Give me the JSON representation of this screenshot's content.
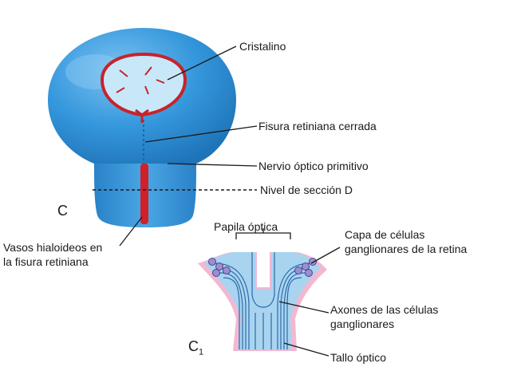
{
  "labels": {
    "cristalino": "Cristalino",
    "fisura_cerrada": "Fisura retiniana cerrada",
    "nervio_optico": "Nervio óptico primitivo",
    "nivel_seccion": "Nivel de sección D",
    "panel_c": "C",
    "vasos_line1": "Vasos hialoideos en",
    "vasos_line2": "la fisura retiniana",
    "papila_optica": "Papila óptica",
    "capa_line1": "Capa de células",
    "capa_line2": "ganglionares de la retina",
    "axones_line1": "Axones de las células",
    "axones_line2": "ganglionares",
    "panel_c1_letter": "C",
    "panel_c1_index": "1",
    "tallo_optico": "Tallo óptico"
  },
  "colors": {
    "cup_blue": "#2f8fd8",
    "cup_blue_light": "#6fb9ee",
    "vessel_red": "#d0202a",
    "stalk_light_blue": "#a9d4f0",
    "stalk_pink": "#f2b8d2",
    "cell_purple": "#9c8fd0"
  }
}
